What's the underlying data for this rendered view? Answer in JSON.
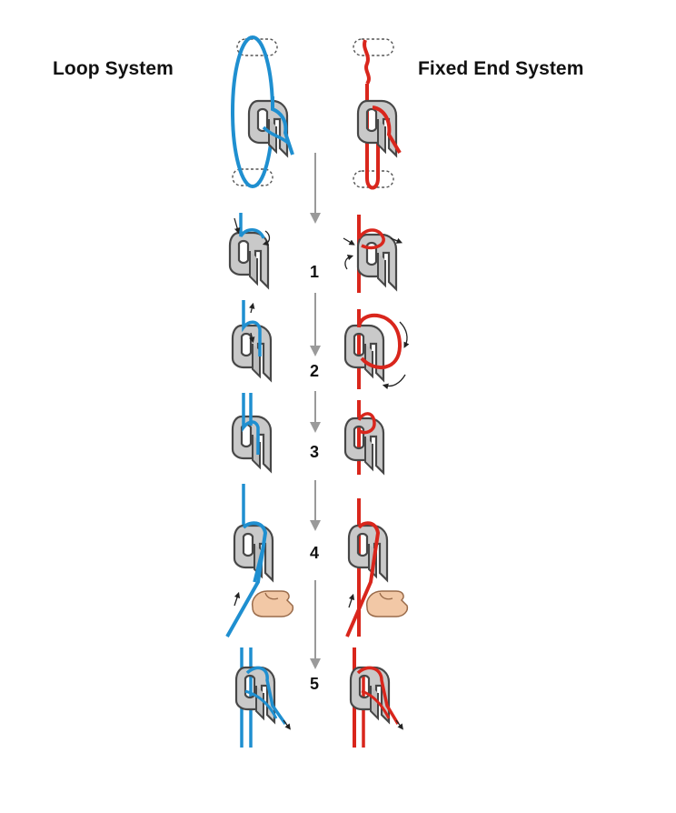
{
  "diagram": {
    "left_system": "Loop System",
    "right_system": "Fixed End System",
    "steps": [
      "1",
      "2",
      "3",
      "4",
      "5"
    ]
  },
  "colors": {
    "loop_cord": "#1f8fd0",
    "fixed_cord": "#d9261c",
    "tensioner_fill": "#c9c9c9",
    "tensioner_stroke": "#474747",
    "arrow": "#9a9a9a",
    "hand": "#f2c8a6"
  },
  "icons": [
    "tensioner-hook-icon",
    "hand-icon",
    "anchor-ghost-icon",
    "direction-arrow-icon"
  ]
}
